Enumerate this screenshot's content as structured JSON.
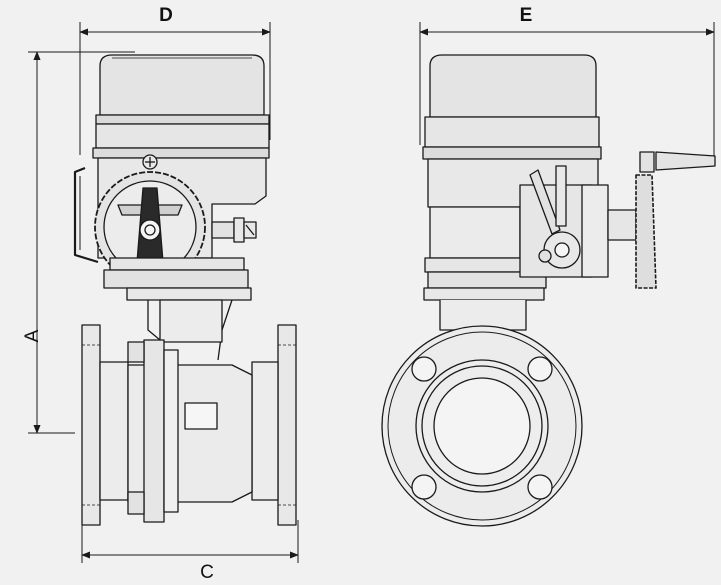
{
  "dimensions": {
    "d_label": "D",
    "e_label": "E",
    "a_label": "A",
    "c_label": "C"
  },
  "colors": {
    "background": "#f1f1f1",
    "line": "#1a1a1a",
    "actuator_fill": "#e2e2e2",
    "body_fill": "#ececec"
  }
}
